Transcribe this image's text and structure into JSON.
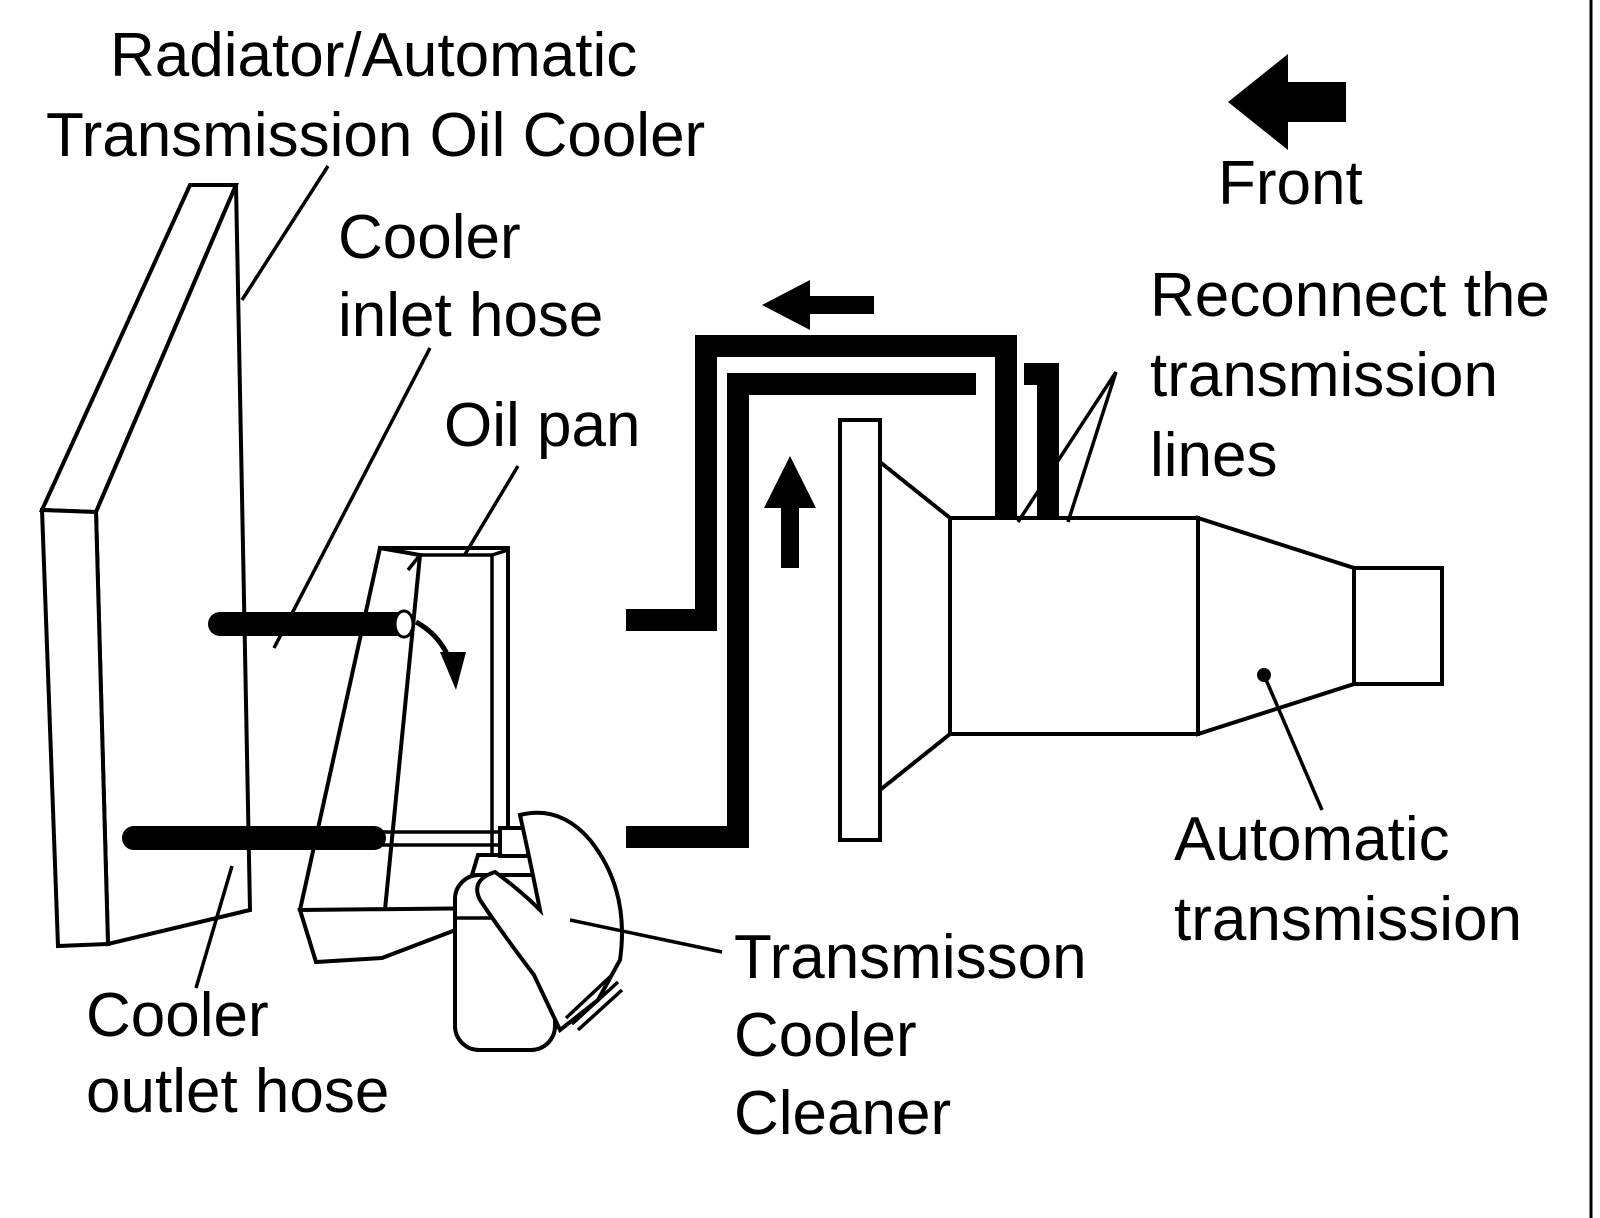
{
  "labels": {
    "radiator_line1": "Radiator/Automatic",
    "radiator_line2": "Transmission Oil Cooler",
    "front": "Front",
    "inlet_line1": "Cooler",
    "inlet_line2": "inlet hose",
    "oil_pan": "Oil pan",
    "reconnect_line1": "Reconnect the",
    "reconnect_line2": "transmission",
    "reconnect_line3": "lines",
    "auto_line1": "Automatic",
    "auto_line2": "transmission",
    "outlet_line1": "Cooler",
    "outlet_line2": "outlet hose",
    "cleaner_line1": "Transmisson",
    "cleaner_line2": "Cooler",
    "cleaner_line3": "Cleaner"
  },
  "icons": [
    "front-arrow-icon",
    "flow-arrow-left-icon",
    "flow-arrow-up-icon",
    "drip-arrow-icon"
  ],
  "colors": {
    "ink": "#000000",
    "paper": "#ffffff"
  }
}
